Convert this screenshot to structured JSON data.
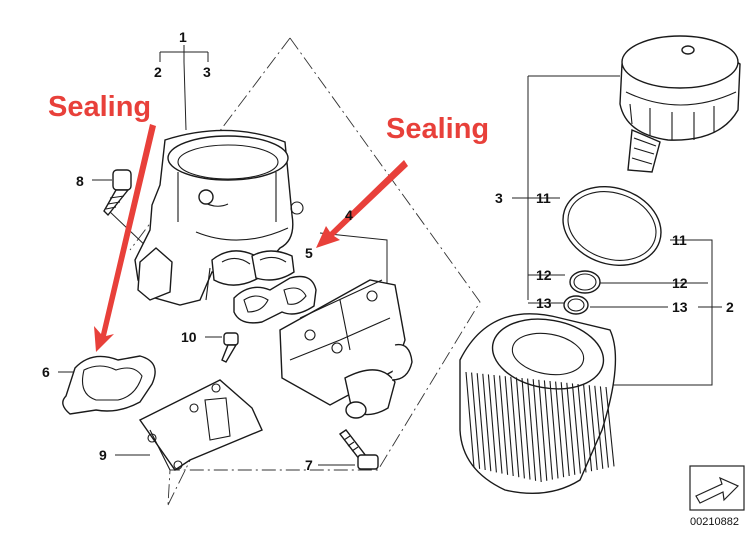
{
  "annotations": [
    {
      "id": "left",
      "text": "Sealing"
    },
    {
      "id": "right",
      "text": "Sealing"
    }
  ],
  "callouts": [
    "1",
    "2",
    "3",
    "8",
    "10",
    "6",
    "9",
    "4",
    "5",
    "7",
    "3",
    "11",
    "11",
    "12",
    "12",
    "13",
    "13",
    "2"
  ],
  "reference_number": "00210882",
  "colors": {
    "annotation": "#e8403a",
    "line": "#222222",
    "background": "#ffffff"
  }
}
